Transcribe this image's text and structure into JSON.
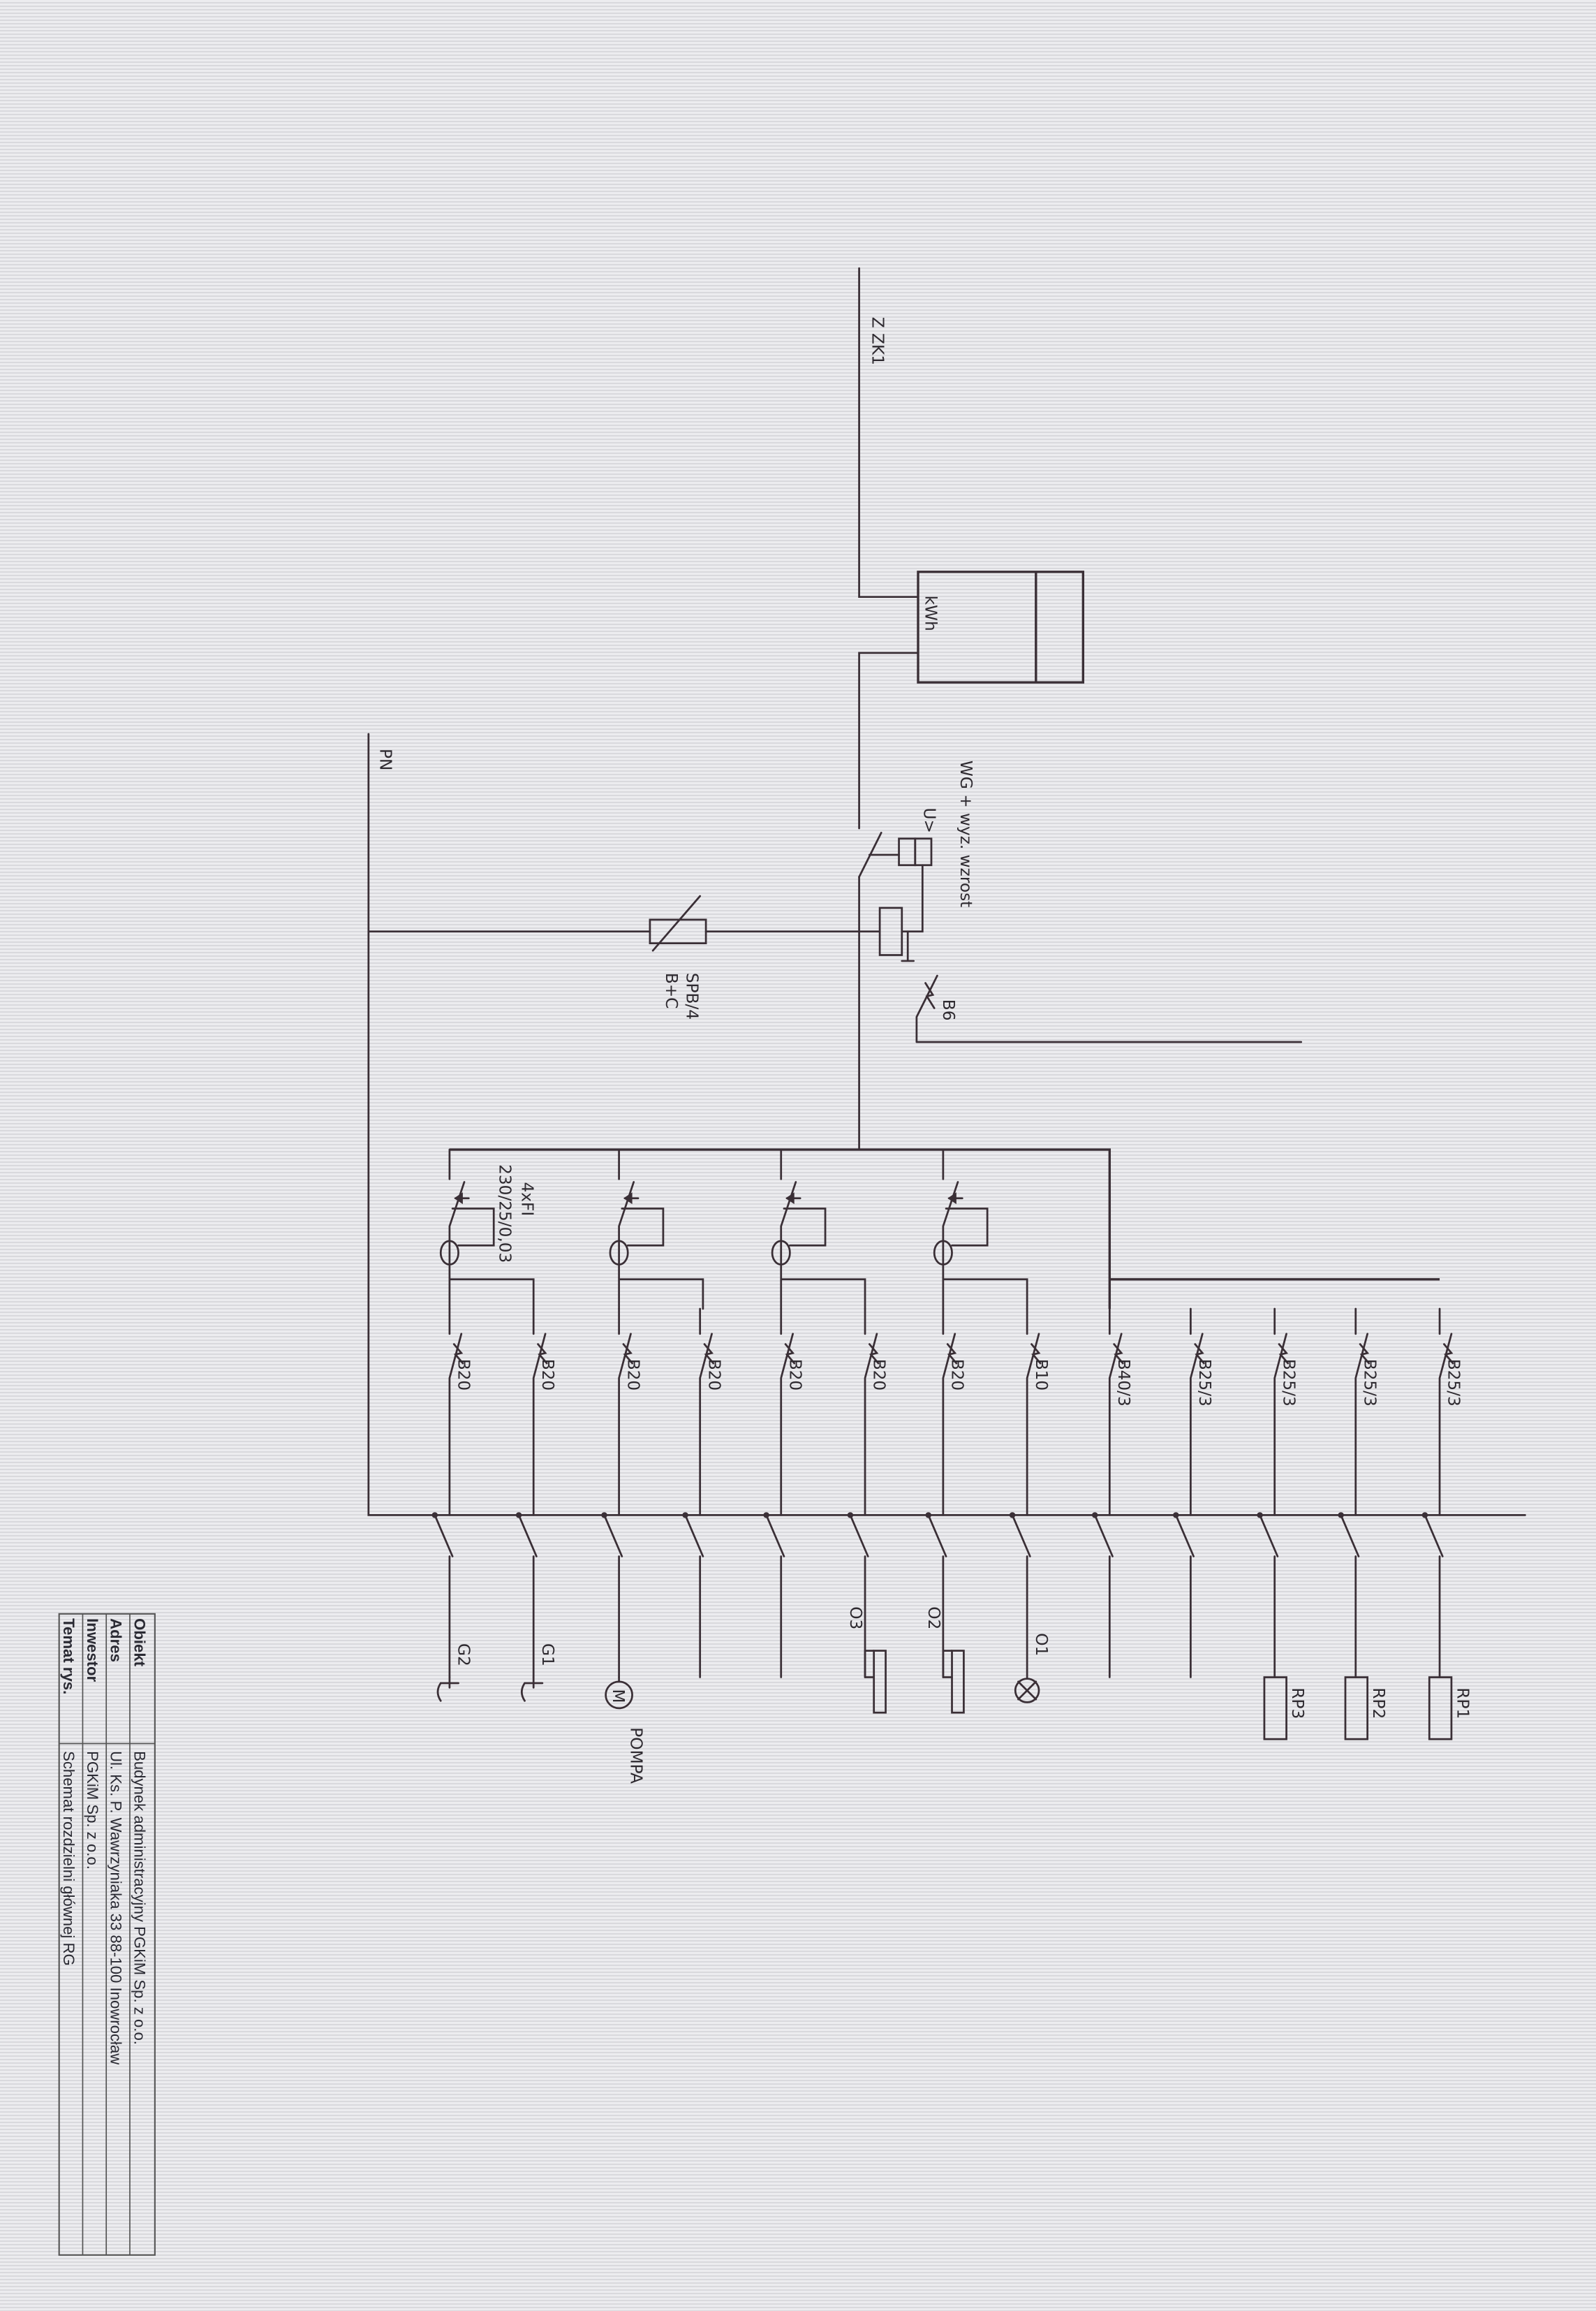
{
  "supply": {
    "label": "Z ZK1"
  },
  "meter": {
    "label": "kWh"
  },
  "main_switch": {
    "label": "WG + wyz. wzrost",
    "coil_label": "U>"
  },
  "pe_bus": {
    "label": "PN"
  },
  "surge_arrester": {
    "label_line1": "B+C",
    "label_line2": "SPB/4"
  },
  "aux_breaker": {
    "label": "B6"
  },
  "rcd": {
    "label_line1": "4xFI",
    "label_line2": "230/25/0,03"
  },
  "circuits": [
    {
      "breaker": "B20",
      "load": "G2",
      "load_type": "socket"
    },
    {
      "breaker": "B20",
      "load": "G1",
      "load_type": "socket"
    },
    {
      "breaker": "B20",
      "load": "POMPA",
      "load_type": "motor",
      "symbol": "M"
    },
    {
      "breaker": "B20",
      "load": "",
      "load_type": "none"
    },
    {
      "breaker": "B20",
      "load": "",
      "load_type": "none"
    },
    {
      "breaker": "B20",
      "load": "O3",
      "load_type": "heater"
    },
    {
      "breaker": "B20",
      "load": "O2",
      "load_type": "heater"
    },
    {
      "breaker": "B10",
      "load": "O1",
      "load_type": "lamp"
    },
    {
      "breaker": "B40/3",
      "load": "",
      "load_type": "none"
    },
    {
      "breaker": "B25/3",
      "load": "",
      "load_type": "none"
    },
    {
      "breaker": "B25/3",
      "load": "RP3",
      "load_type": "box"
    },
    {
      "breaker": "B25/3",
      "load": "RP2",
      "load_type": "box"
    },
    {
      "breaker": "B25/3",
      "load": "RP1",
      "load_type": "box"
    }
  ],
  "title_block": {
    "rows": [
      {
        "label": "Obiekt",
        "value": "Budynek administracyjny PGKiM Sp. z o.o."
      },
      {
        "label": "Adres",
        "value": "Ul. Ks. P. Wawrzyniaka 33   88-100 Inowrocław"
      },
      {
        "label": "Inwestor",
        "value": "PGKiM Sp. z o.o."
      },
      {
        "label": "Temat rys.",
        "value": "Schemat rozdzielni głównej RG"
      }
    ]
  }
}
